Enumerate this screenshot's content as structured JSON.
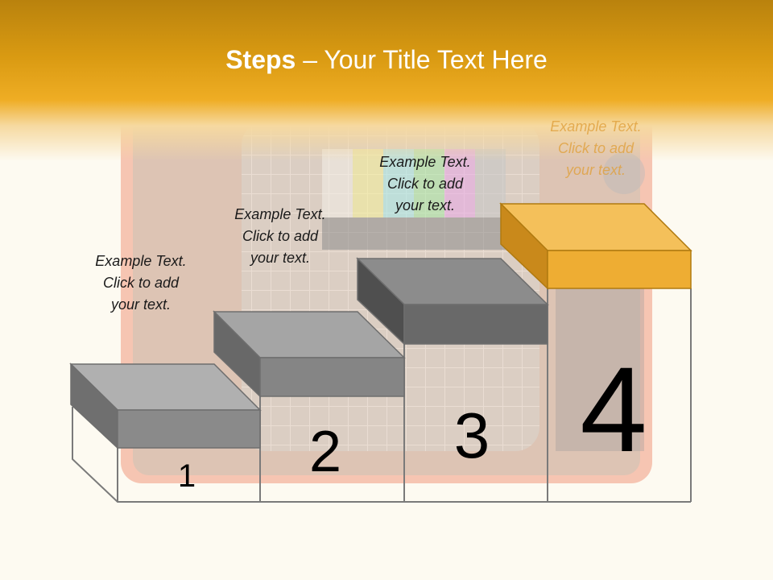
{
  "title": {
    "bold": "Steps",
    "rest": " – Your Title Text Here"
  },
  "steps": [
    {
      "number": "1",
      "line1": "Example Text.",
      "line2": "Click  to add",
      "line3": "your text."
    },
    {
      "number": "2",
      "line1": "Example Text.",
      "line2": "Click  to add",
      "line3": "your text."
    },
    {
      "number": "3",
      "line1": "Example Text.",
      "line2": "Click  to add",
      "line3": "your text."
    },
    {
      "number": "4",
      "line1": "Example Text.",
      "line2": "Click  to add",
      "line3": "your text."
    }
  ],
  "colors": {
    "header": "#e8a51c",
    "gray_block": "#8c8c8c",
    "highlight_block": "#efb23f",
    "tv_frame": "#f0a58c"
  }
}
